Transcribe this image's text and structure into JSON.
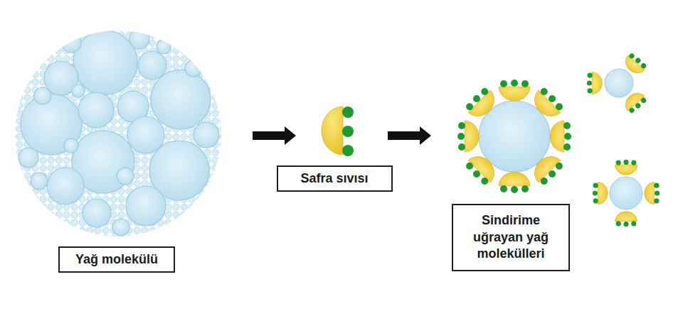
{
  "diagram": {
    "nodes": [
      {
        "text": [
          "Yağ molekülü"
        ]
      },
      {
        "text": [
          "Safra sıvısı"
        ]
      },
      {
        "text": [
          "Sindirime uğrayan yağ molekülleri"
        ]
      }
    ]
  }
}
